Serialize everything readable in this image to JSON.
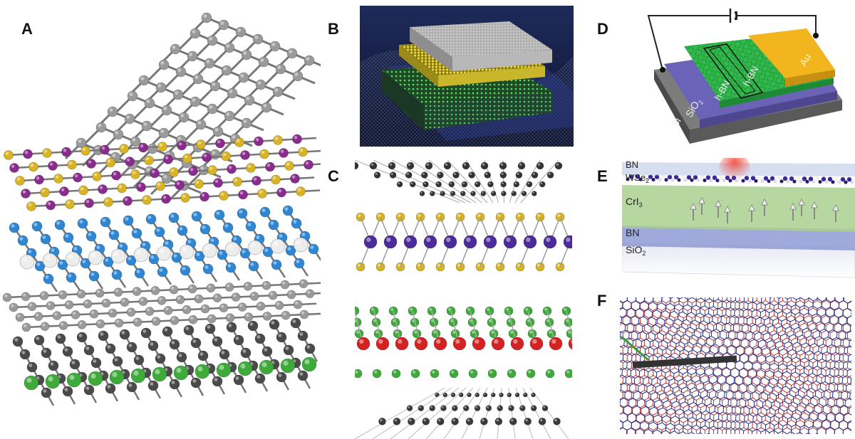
{
  "panels": [
    {
      "letter": "A"
    },
    {
      "letter": "B"
    },
    {
      "letter": "C"
    },
    {
      "letter": "D"
    },
    {
      "letter": "E"
    },
    {
      "letter": "F"
    }
  ],
  "panel_d": {
    "layer_si": "Si",
    "layer_sio2": "SiO",
    "layer_sio2_sub": "2",
    "layer_hbn_bottom": "h-BN",
    "layer_hbn_top": "h-BN",
    "layer_au": "Au"
  },
  "panel_e": {
    "layer_bn_top": "BN",
    "layer_wse2": "WSe",
    "layer_wse2_sub": "2",
    "layer_cri3": "CrI",
    "layer_cri3_sub": "3",
    "layer_bn_bottom": "BN",
    "layer_sio2": "SiO",
    "layer_sio2_sub": "2"
  },
  "colors": {
    "carbon": "#9a9a9a",
    "gold_atom": "#d8b425",
    "purple_atom": "#8a2b8e",
    "blue_atom": "#2f86d2",
    "white_atom": "#ededed",
    "green_atom": "#3daa3a",
    "dark_atom": "#4a4a4a",
    "red_atom": "#d42222",
    "au_layer": "#f0b21c",
    "hbn_layer": "#2fb84a",
    "sio2_layer": "#6a63b8",
    "si_layer": "#6e6e6e",
    "cri3_layer": "#b5d8a0",
    "bn_layer": "#9aa8d8",
    "moire_blue": "#1d2f8a",
    "moire_red": "#b53a3a"
  }
}
